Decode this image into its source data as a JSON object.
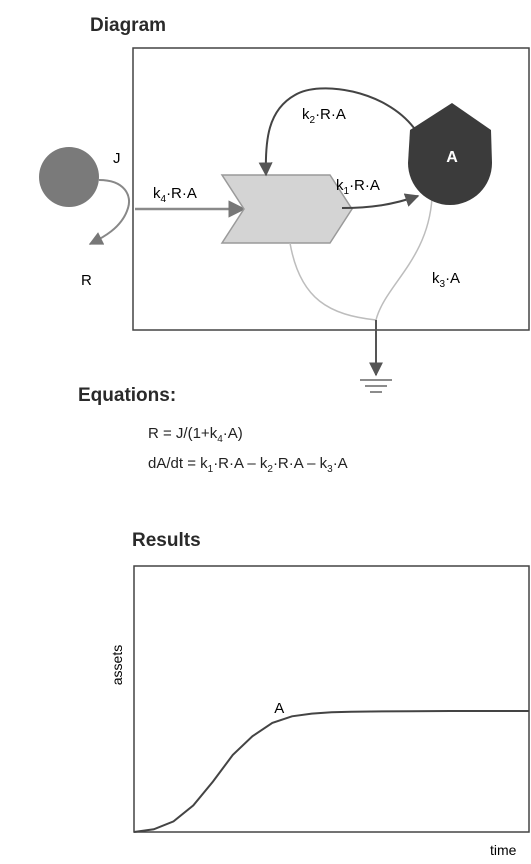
{
  "diagram": {
    "heading": "Diagram",
    "labels": {
      "J": "J",
      "R": "R",
      "A": "A",
      "k2RA": {
        "k": "k",
        "sub": "2",
        "rest": "·R·A"
      },
      "k4RA": {
        "k": "k",
        "sub": "4",
        "rest": "·R·A"
      },
      "k1RA": {
        "k": "k",
        "sub": "1",
        "rest": "·R·A"
      },
      "k3A": {
        "k": "k",
        "sub": "3",
        "rest": "·A"
      }
    },
    "colors": {
      "source_circle": "#7a7a7a",
      "node_A": "#3b3b3b",
      "chevron_fill": "#d4d4d4",
      "chevron_stroke": "#9a9a9a",
      "arrow": "#555555",
      "light_line": "#bdbdbd"
    }
  },
  "equations": {
    "heading": "Equations:",
    "eq1": {
      "prefix": "R = J/(1+k",
      "sub": "4",
      "suffix": "·A)"
    },
    "eq2": {
      "prefix": "dA/dt = k",
      "sub1": "1",
      "mid1": "·R·A – k",
      "sub2": "2",
      "mid2": "·R·A – k",
      "sub3": "3",
      "suffix": "·A"
    }
  },
  "results": {
    "heading": "Results",
    "chart_data": {
      "type": "line",
      "title": "",
      "xlabel": "time",
      "ylabel": "assets",
      "series": [
        {
          "name": "A",
          "x": [
            0,
            0.05,
            0.1,
            0.15,
            0.2,
            0.25,
            0.3,
            0.35,
            0.4,
            0.45,
            0.5,
            0.55,
            0.6,
            0.7,
            0.8,
            0.9,
            1.0
          ],
          "y": [
            0,
            0.01,
            0.04,
            0.1,
            0.19,
            0.29,
            0.36,
            0.41,
            0.435,
            0.445,
            0.45,
            0.452,
            0.453,
            0.454,
            0.455,
            0.455,
            0.455
          ]
        }
      ],
      "xlim": [
        0,
        1
      ],
      "ylim": [
        0,
        1
      ],
      "grid": false,
      "ticks": false
    }
  }
}
